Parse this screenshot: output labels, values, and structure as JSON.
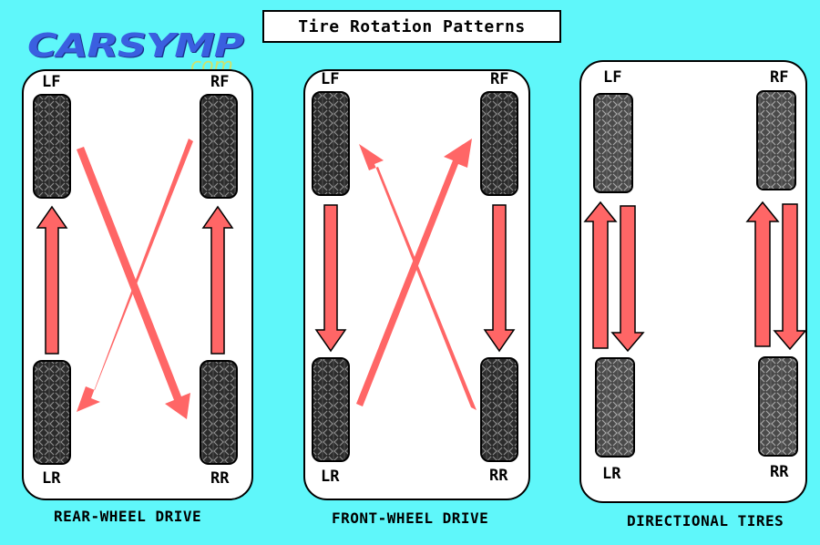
{
  "title": "Tire Rotation Patterns",
  "logo": {
    "main": "CARSYMP",
    "sub": ".com"
  },
  "panels": [
    {
      "caption": "REAR-WHEEL DRIVE",
      "lf": "LF",
      "rf": "RF",
      "lr": "LR",
      "rr": "RR"
    },
    {
      "caption": "FRONT-WHEEL DRIVE",
      "lf": "LF",
      "rf": "RF",
      "lr": "LR",
      "rr": "RR"
    },
    {
      "caption": "DIRECTIONAL TIRES",
      "lf": "LF",
      "rf": "RF",
      "lr": "LR",
      "rr": "RR"
    }
  ],
  "colors": {
    "background": "#5ff7fa",
    "arrow": "#ff6666",
    "tire": "#2a2a2a"
  }
}
